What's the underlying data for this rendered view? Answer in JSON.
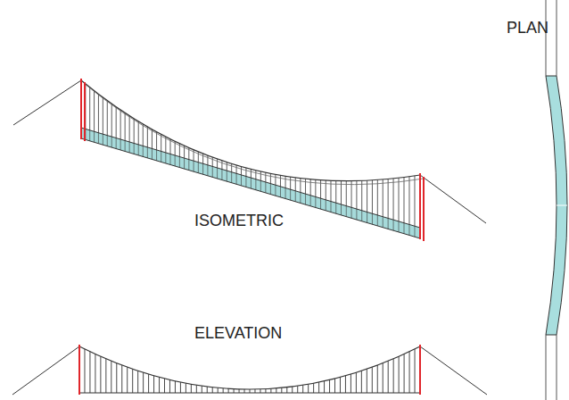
{
  "diagram": {
    "labels": [
      "PLAN",
      "ISOMETRIC",
      "ELEVATION"
    ]
  }
}
